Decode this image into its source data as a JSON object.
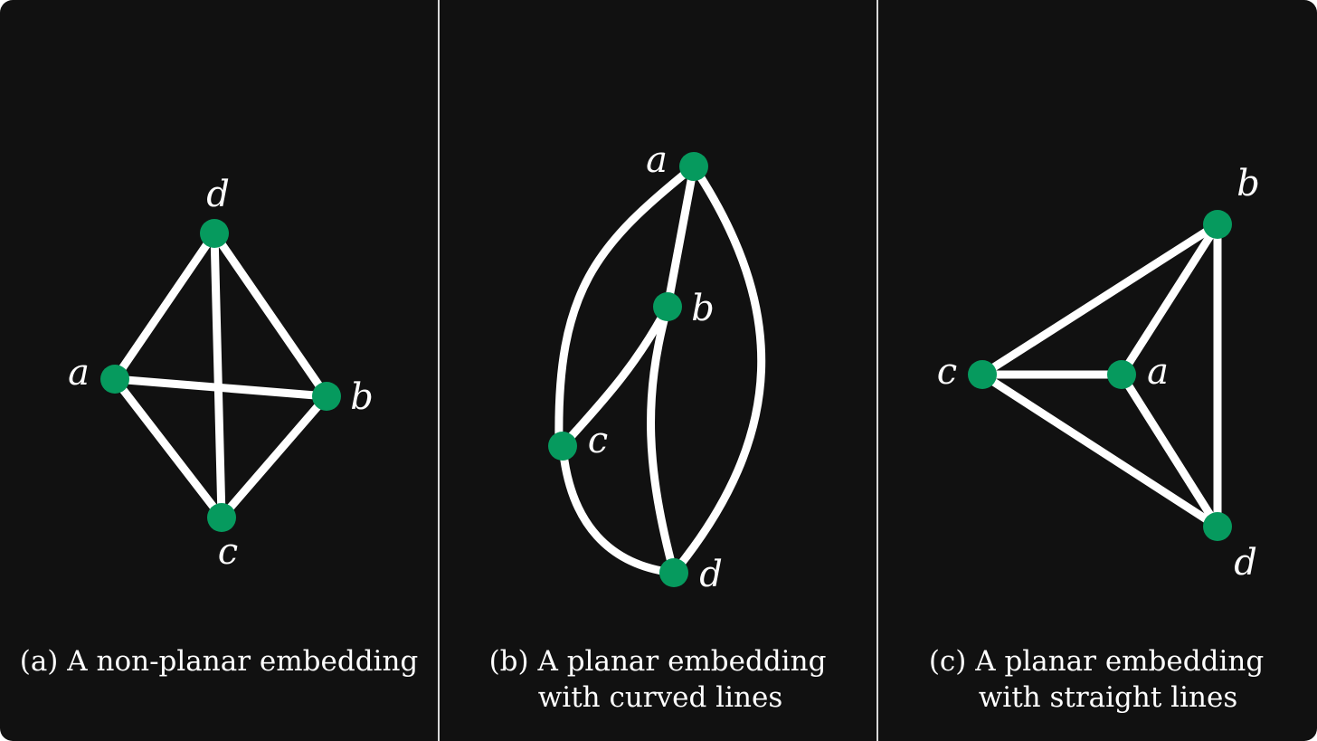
{
  "colors": {
    "background": "#111111",
    "node": "#069a5e",
    "edge": "#ffffff",
    "divider": "#d9d9d9"
  },
  "panels": [
    {
      "nodes": {
        "a": "a",
        "b": "b",
        "c": "c",
        "d": "d"
      },
      "caption": [
        "(a) A non-planar embedding"
      ]
    },
    {
      "nodes": {
        "a": "a",
        "b": "b",
        "c": "c",
        "d": "d"
      },
      "caption": [
        "(b) A planar embedding",
        "with curved lines"
      ]
    },
    {
      "nodes": {
        "a": "a",
        "b": "b",
        "c": "c",
        "d": "d"
      },
      "caption": [
        "(c) A planar embedding",
        "with straight lines"
      ]
    }
  ]
}
